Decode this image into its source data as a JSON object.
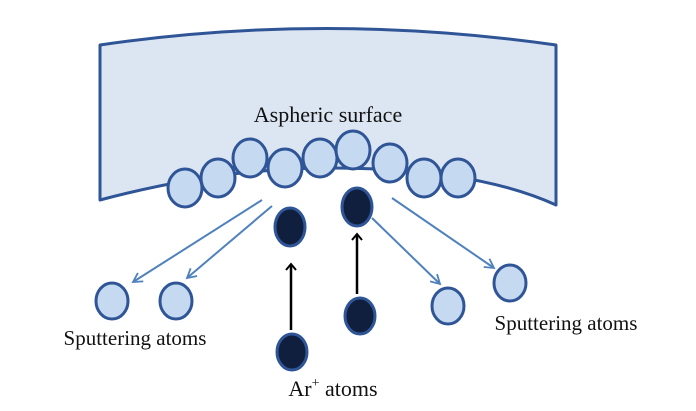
{
  "labels": {
    "surface": "Aspheric surface",
    "sputter_left": "Sputtering atoms",
    "sputter_right": "Sputtering atoms",
    "ion_base": "Ar",
    "ion_sup": "+",
    "ion_rest": " atoms"
  },
  "colors": {
    "surface_fill": "#dce6f2",
    "outline": "#2f5597",
    "atom_fill": "#c5d9f1",
    "ion_fill": "#0f1f3d",
    "sputter_arrow": "#4f81bd",
    "ion_arrow": "#000000"
  }
}
